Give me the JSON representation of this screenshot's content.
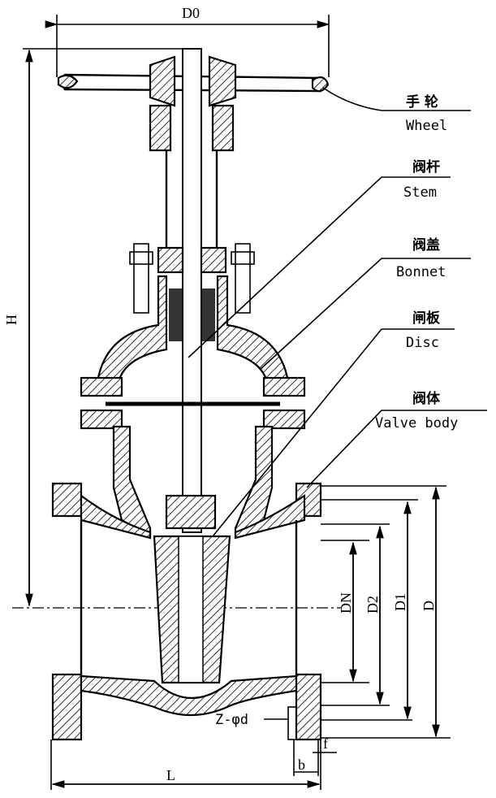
{
  "title": "Gate valve assembly drawing",
  "parts": [
    {
      "cn": "手 轮",
      "en": "Wheel"
    },
    {
      "cn": "阀杆",
      "en": "Stem"
    },
    {
      "cn": "阀盖",
      "en": "Bonnet"
    },
    {
      "cn": "闸板",
      "en": "Disc"
    },
    {
      "cn": "阀体",
      "en": "Valve body"
    }
  ],
  "dimensions": {
    "handwheel_diameter": "D0",
    "height": "H",
    "length": "L",
    "nominal_diameter": "DN",
    "d2": "D2",
    "d1": "D1",
    "d": "D",
    "bolt_holes": "Z-φd",
    "b": "b",
    "f": "f"
  }
}
